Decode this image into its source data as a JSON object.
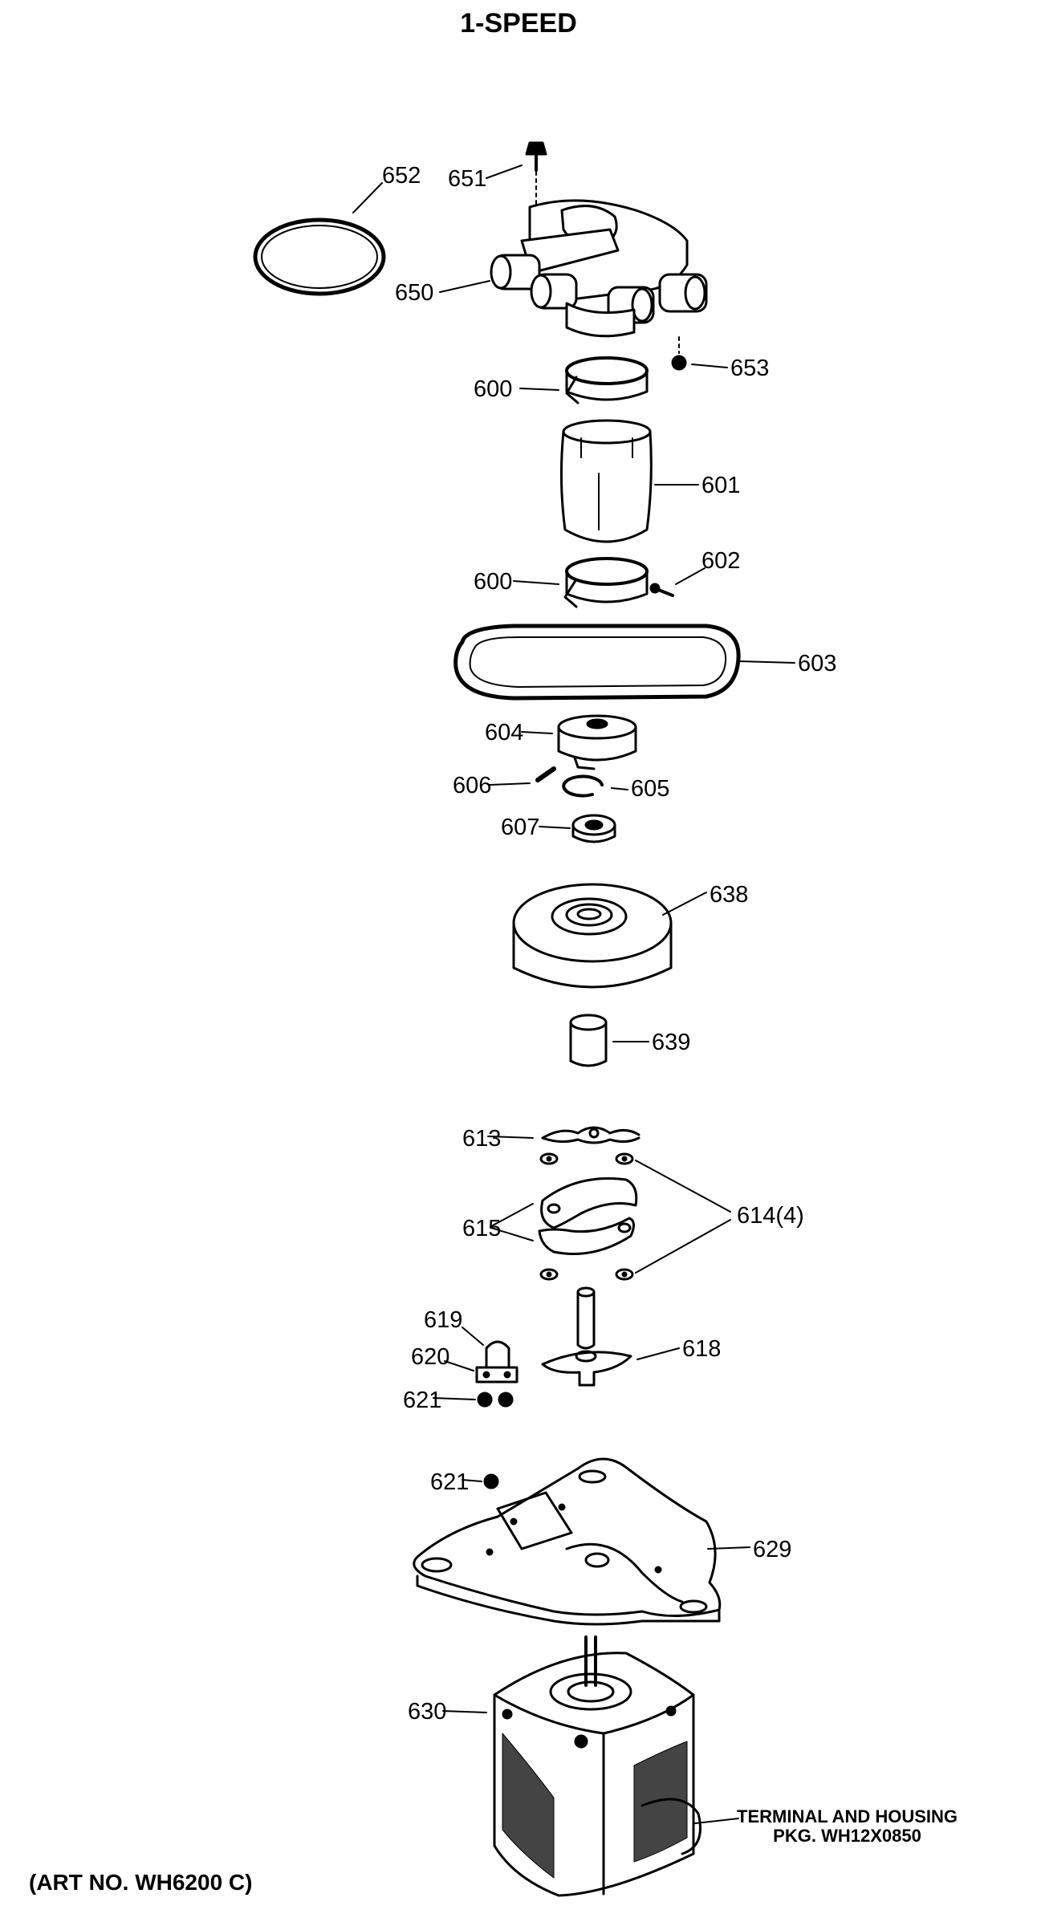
{
  "header": {
    "title": "1-SPEED"
  },
  "parts": {
    "p652": "652",
    "p651": "651",
    "p650": "650",
    "p653": "653",
    "p600a": "600",
    "p601": "601",
    "p600b": "600",
    "p602": "602",
    "p603": "603",
    "p604": "604",
    "p606": "606",
    "p605": "605",
    "p607": "607",
    "p638": "638",
    "p639": "639",
    "p613": "613",
    "p614": "614(4)",
    "p615": "615",
    "p619": "619",
    "p620": "620",
    "p621a": "621",
    "p618": "618",
    "p621b": "621",
    "p629": "629",
    "p630": "630"
  },
  "notes": {
    "terminal_line1": "TERMINAL AND HOUSING",
    "terminal_line2": "PKG. WH12X0850"
  },
  "footer": {
    "art_no": "(ART NO. WH6200 C)"
  }
}
